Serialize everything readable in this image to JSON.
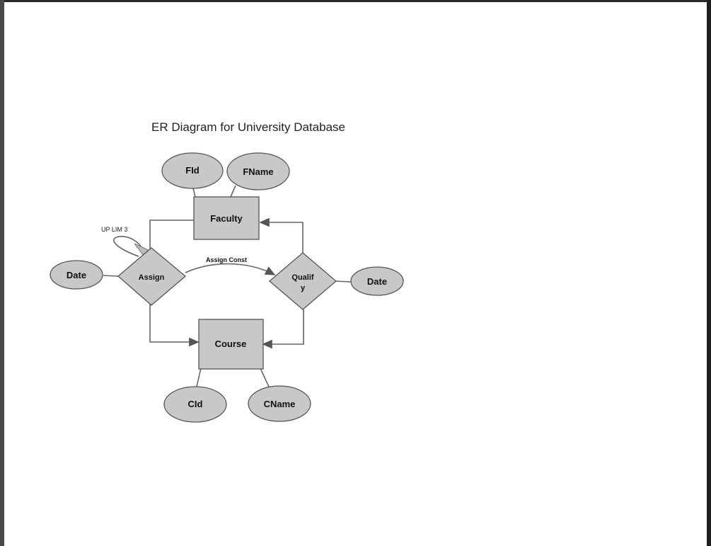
{
  "diagram": {
    "title": "ER Diagram for University Database",
    "entities": {
      "faculty": "Faculty",
      "course": "Course"
    },
    "relationships": {
      "assign": "Assign",
      "qualify_line1": "Qualif",
      "qualify_line2": "y"
    },
    "attributes": {
      "fid": "FId",
      "fname": "FName",
      "cid": "CId",
      "cname": "CName",
      "assign_date": "Date",
      "qualify_date": "Date"
    },
    "annotations": {
      "up_lim": "UP LIM 3",
      "assign_const": "Assign Const"
    },
    "colors": {
      "shape_fill": "#c8c8c8",
      "shape_stroke": "#555555",
      "line": "#666666"
    }
  }
}
